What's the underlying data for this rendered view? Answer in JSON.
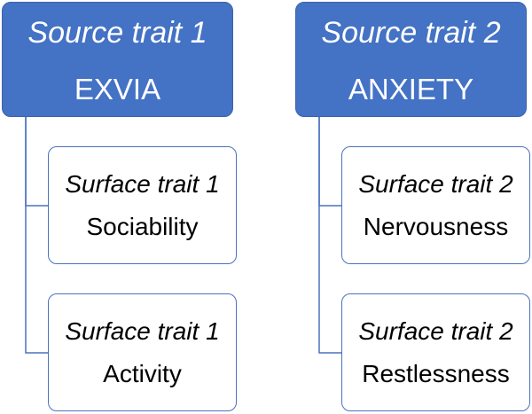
{
  "colors": {
    "source_fill": "#4472c4",
    "source_text": "#ffffff",
    "surface_border": "#4a72bd",
    "connector": "#4a72bd"
  },
  "source_traits": [
    {
      "label": "Source trait 1",
      "name": "EXVIA",
      "surface_traits": [
        {
          "label": "Surface trait 1",
          "name": "Sociability"
        },
        {
          "label": "Surface trait 1",
          "name": "Activity"
        }
      ]
    },
    {
      "label": "Source trait 2",
      "name": "ANXIETY",
      "surface_traits": [
        {
          "label": "Surface trait 2",
          "name": "Nervousness"
        },
        {
          "label": "Surface trait 2",
          "name": "Restlessness"
        }
      ]
    }
  ]
}
